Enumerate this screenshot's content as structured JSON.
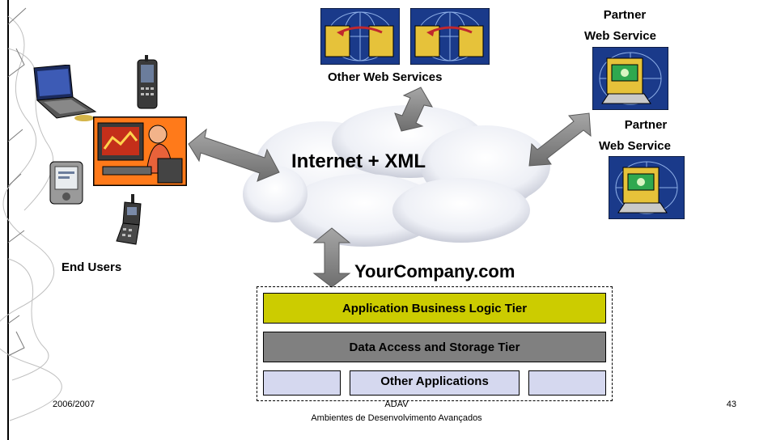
{
  "labels": {
    "other_web_services": "Other Web Services",
    "partner1_line1": "Partner",
    "partner1_line2": "Web Service",
    "partner2_line1": "Partner",
    "partner2_line2": "Web Service",
    "internet": "Internet + XML",
    "end_users": "End Users",
    "company": "YourCompany.com"
  },
  "tiers": {
    "business": "Application Business Logic Tier",
    "data": "Data Access and Storage Tier",
    "other_apps": "Other Applications"
  },
  "footer": {
    "year": "2006/2007",
    "course": "ADAV",
    "course_full": "Ambientes de Desenvolvimento Avançados",
    "page": "43"
  },
  "colors": {
    "business_tier": "#cccc00",
    "data_tier": "#808080",
    "app_slot": "#d5d8ef",
    "arrow": "#8c8c8c"
  }
}
